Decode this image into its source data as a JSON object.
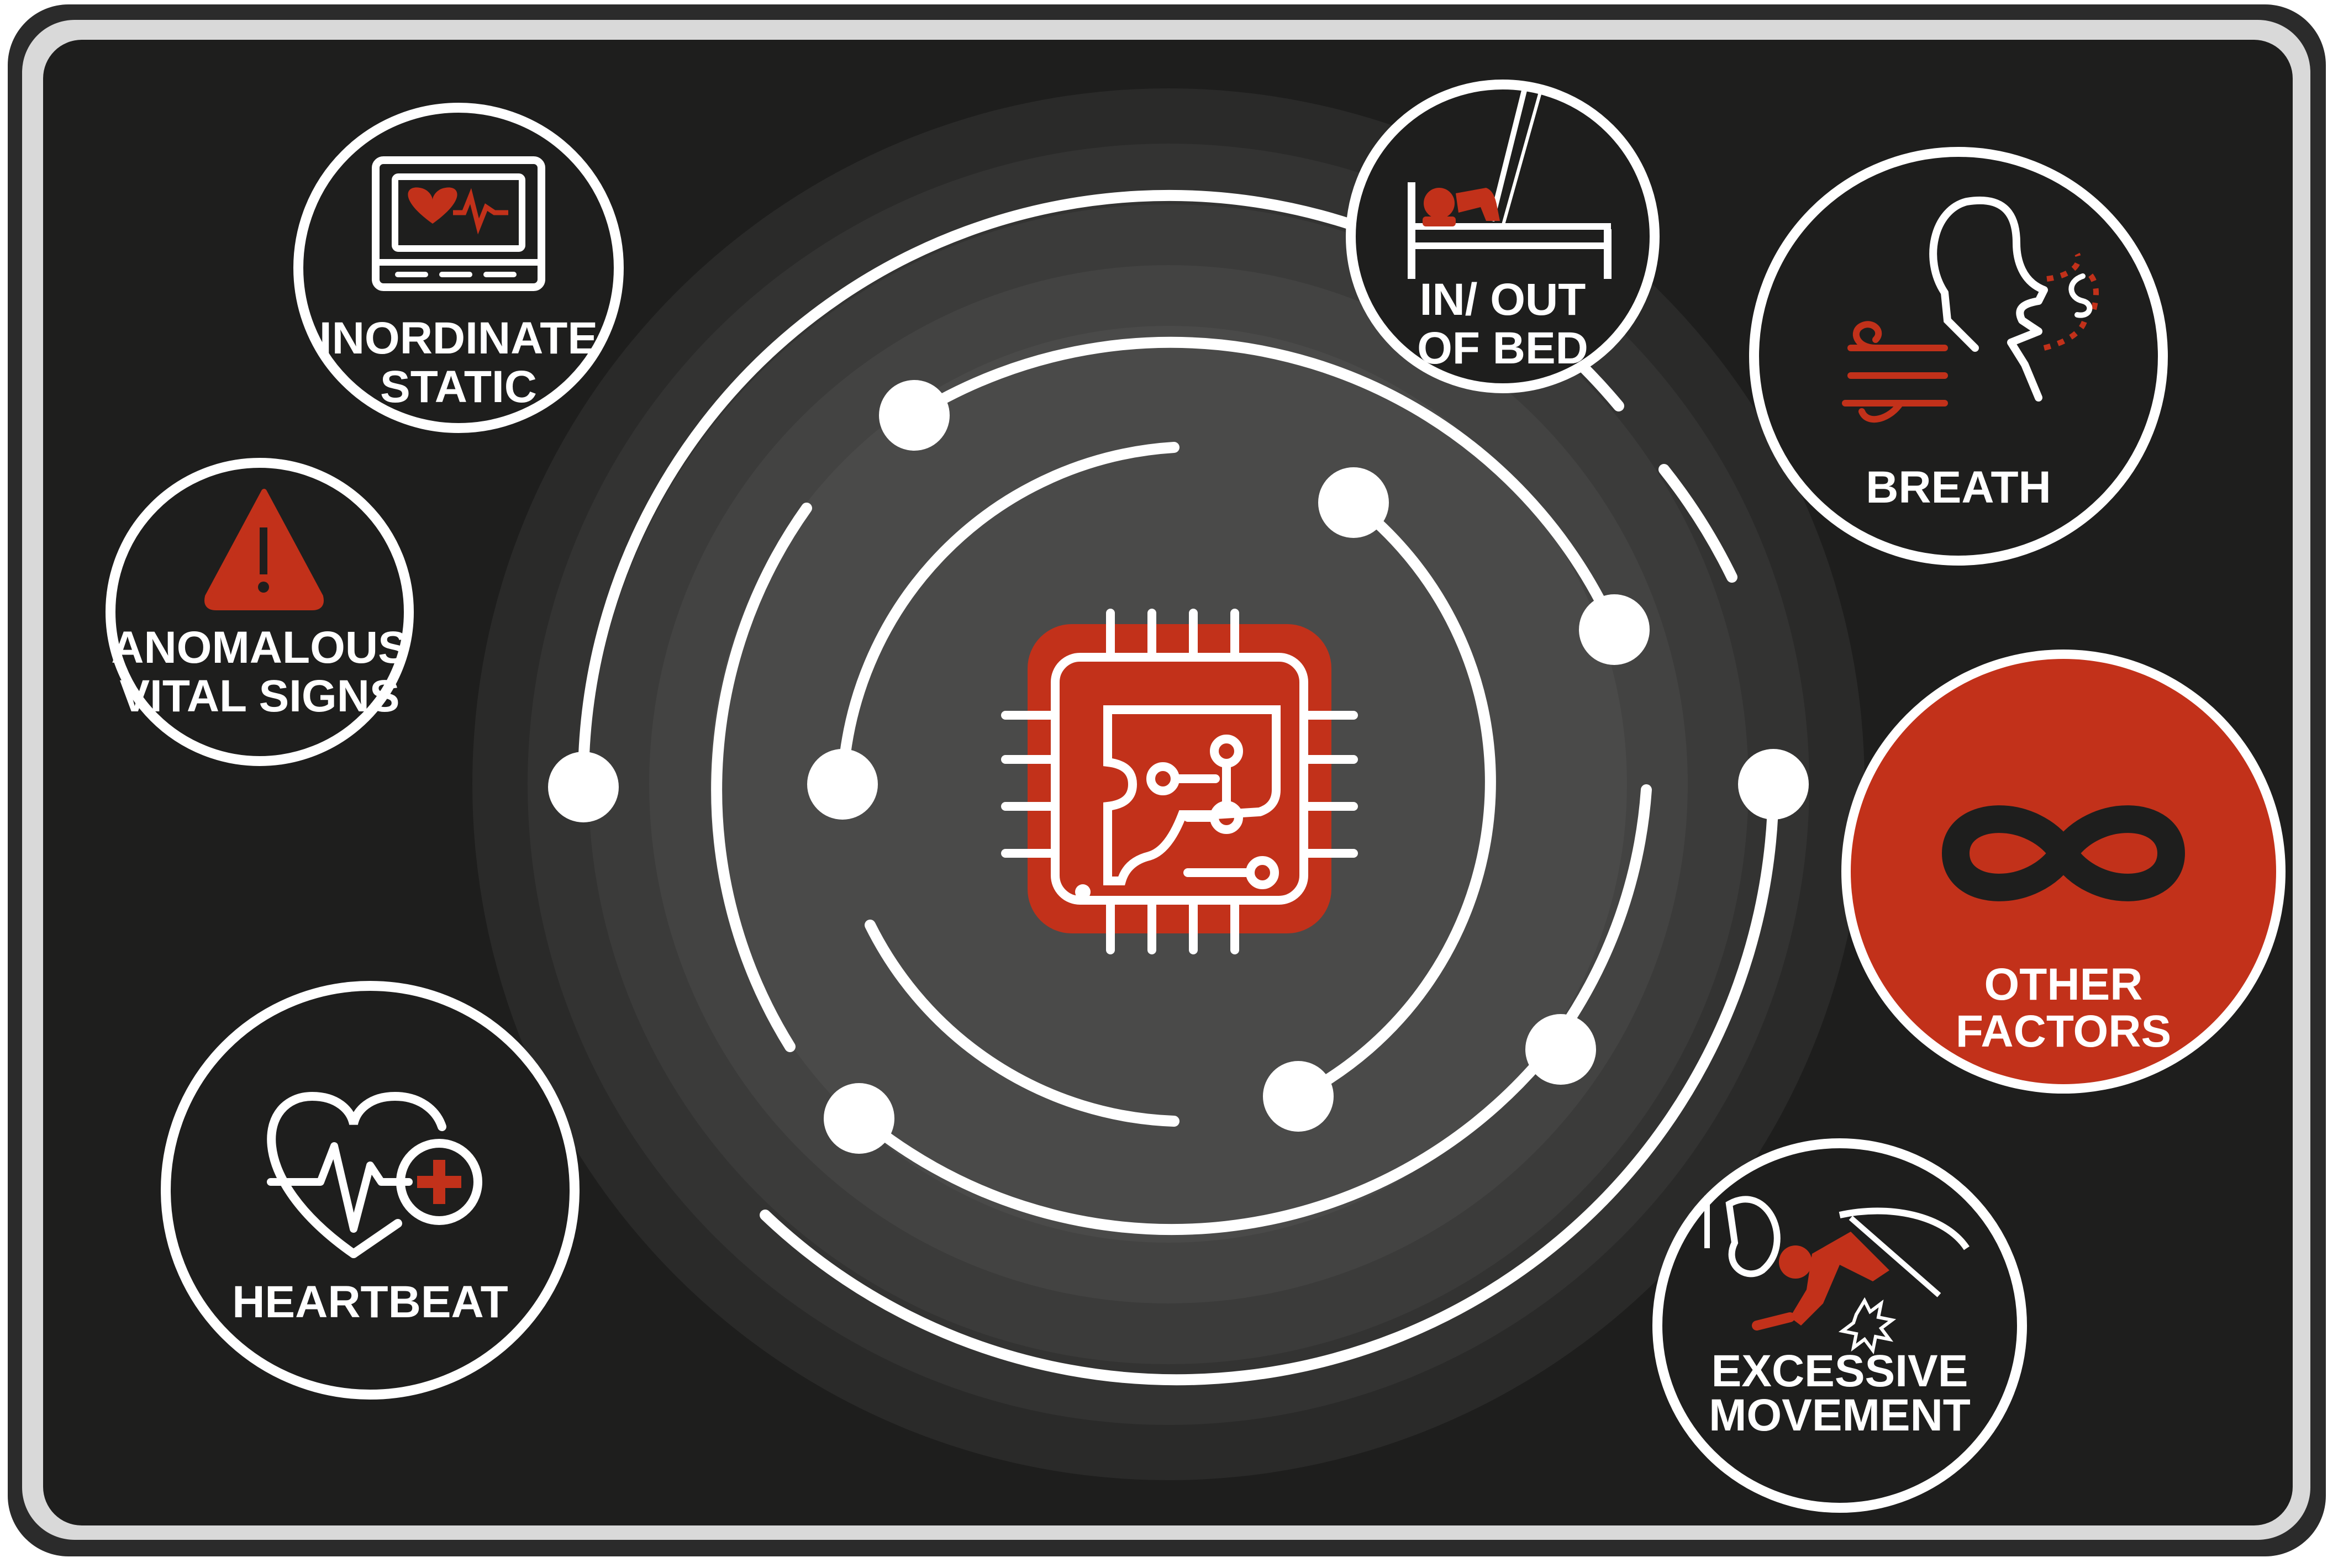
{
  "colors": {
    "frame": "#2b2b2b",
    "panel": "#1e1e1d",
    "accent": "#c2311a",
    "line": "#ffffff",
    "disc": "#4a4a49"
  },
  "center": {
    "icon": "chip-icon"
  },
  "factors": [
    {
      "id": "inordinate-static",
      "lines": [
        "INORDINATE",
        "STATIC"
      ],
      "icon": "monitor-icon",
      "highlight": false
    },
    {
      "id": "anomalous-vital-signs",
      "lines": [
        "ANOMALOUS",
        "VITAL SIGNS"
      ],
      "icon": "warning-icon",
      "highlight": false
    },
    {
      "id": "heartbeat",
      "lines": [
        "HEARTBEAT"
      ],
      "icon": "heart-plus-icon",
      "highlight": false
    },
    {
      "id": "in-out-of-bed",
      "lines": [
        "IN/ OUT",
        "OF BED"
      ],
      "icon": "bed-icon",
      "highlight": false
    },
    {
      "id": "breath",
      "lines": [
        "BREATH"
      ],
      "icon": "breath-face-icon",
      "highlight": false
    },
    {
      "id": "other-factors",
      "lines": [
        "OTHER",
        "FACTORS"
      ],
      "icon": "infinity-icon",
      "highlight": true
    },
    {
      "id": "excessive-movement",
      "lines": [
        "EXCESSIVE",
        "MOVEMENT"
      ],
      "icon": "falling-person-icon",
      "highlight": false
    }
  ]
}
